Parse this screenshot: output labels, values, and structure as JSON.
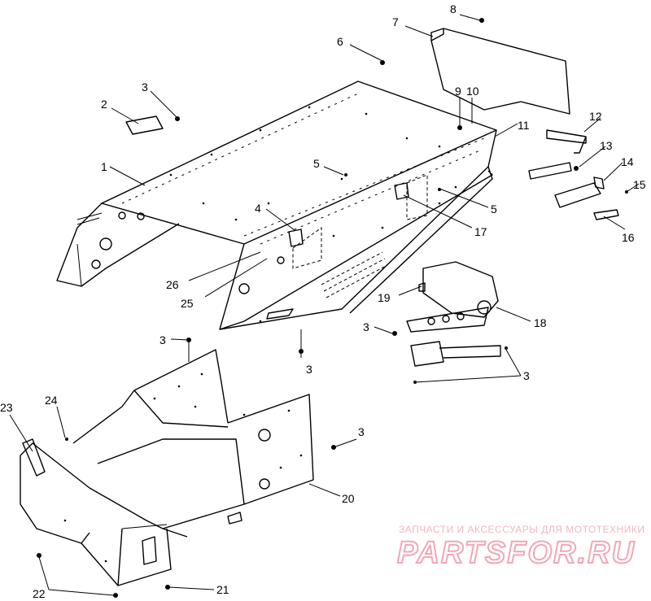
{
  "callouts": [
    {
      "id": "c8",
      "label": "8"
    },
    {
      "id": "c7",
      "label": "7"
    },
    {
      "id": "c6",
      "label": "6"
    },
    {
      "id": "c3a",
      "label": "3"
    },
    {
      "id": "c2",
      "label": "2"
    },
    {
      "id": "c9",
      "label": "9"
    },
    {
      "id": "c10",
      "label": "10"
    },
    {
      "id": "c12",
      "label": "12"
    },
    {
      "id": "c11",
      "label": "11"
    },
    {
      "id": "c1",
      "label": "1"
    },
    {
      "id": "c5a",
      "label": "5"
    },
    {
      "id": "c13",
      "label": "13"
    },
    {
      "id": "c14",
      "label": "14"
    },
    {
      "id": "c15",
      "label": "15"
    },
    {
      "id": "c5b",
      "label": "5"
    },
    {
      "id": "c4",
      "label": "4"
    },
    {
      "id": "c17",
      "label": "17"
    },
    {
      "id": "c16",
      "label": "16"
    },
    {
      "id": "c26",
      "label": "26"
    },
    {
      "id": "c25",
      "label": "25"
    },
    {
      "id": "c19",
      "label": "19"
    },
    {
      "id": "c18",
      "label": "18"
    },
    {
      "id": "c3b",
      "label": "3"
    },
    {
      "id": "c3c",
      "label": "3"
    },
    {
      "id": "c3d",
      "label": "3"
    },
    {
      "id": "c3e",
      "label": "3"
    },
    {
      "id": "c23",
      "label": "23"
    },
    {
      "id": "c24",
      "label": "24"
    },
    {
      "id": "c3f",
      "label": "3"
    },
    {
      "id": "c20",
      "label": "20"
    },
    {
      "id": "c22",
      "label": "22"
    },
    {
      "id": "c21",
      "label": "21"
    }
  ],
  "watermark": {
    "tagline": "ЗАПЧАСТИ И АКСЕССУАРЫ ДЛЯ МОТОТЕХНИКИ",
    "brand": "PARTSFOR.RU",
    "color": "#f2a8b4"
  }
}
